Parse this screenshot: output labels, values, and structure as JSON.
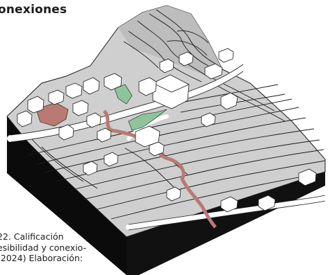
{
  "title": "onexiones",
  "caption": {
    "line1": "22. Calificación",
    "line2": "esibilidad y conexio-",
    "line3": "(2024) Elaboración:"
  },
  "colors": {
    "terrain": "#cfcfcf",
    "terrain_dark": "#b3b3b3",
    "base_side": "#0b0b0b",
    "plaza_red": "#b97a74",
    "green_area": "#8fc49a",
    "road": "#ffffff",
    "building": "#ffffff",
    "contour": "#1a1a1a"
  }
}
